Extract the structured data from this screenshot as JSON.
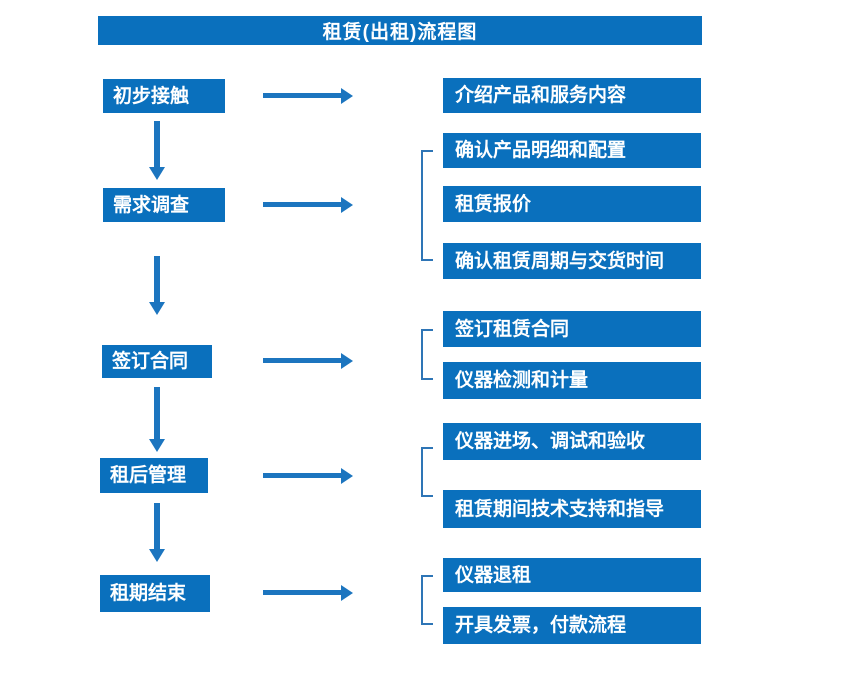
{
  "title": "租赁(出租)流程图",
  "colors": {
    "box_blue": "#0a70bd",
    "arrow_blue": "#1c75bf",
    "bracket_blue": "#2e75b6",
    "box_text": "#ffffff",
    "background": "#ffffff"
  },
  "steps": [
    {
      "label": "初步接触",
      "outputs": [
        "介绍产品和服务内容"
      ]
    },
    {
      "label": "需求调查",
      "outputs": [
        "确认产品明细和配置",
        "租赁报价",
        "确认租赁周期与交货时间"
      ]
    },
    {
      "label": "签订合同",
      "outputs": [
        "签订租赁合同",
        "仪器检测和计量"
      ]
    },
    {
      "label": "租后管理",
      "outputs": [
        "仪器进场、调试和验收",
        "租赁期间技术支持和指导"
      ]
    },
    {
      "label": "租期结束",
      "outputs": [
        "仪器退租",
        "开具发票，付款流程"
      ]
    }
  ]
}
